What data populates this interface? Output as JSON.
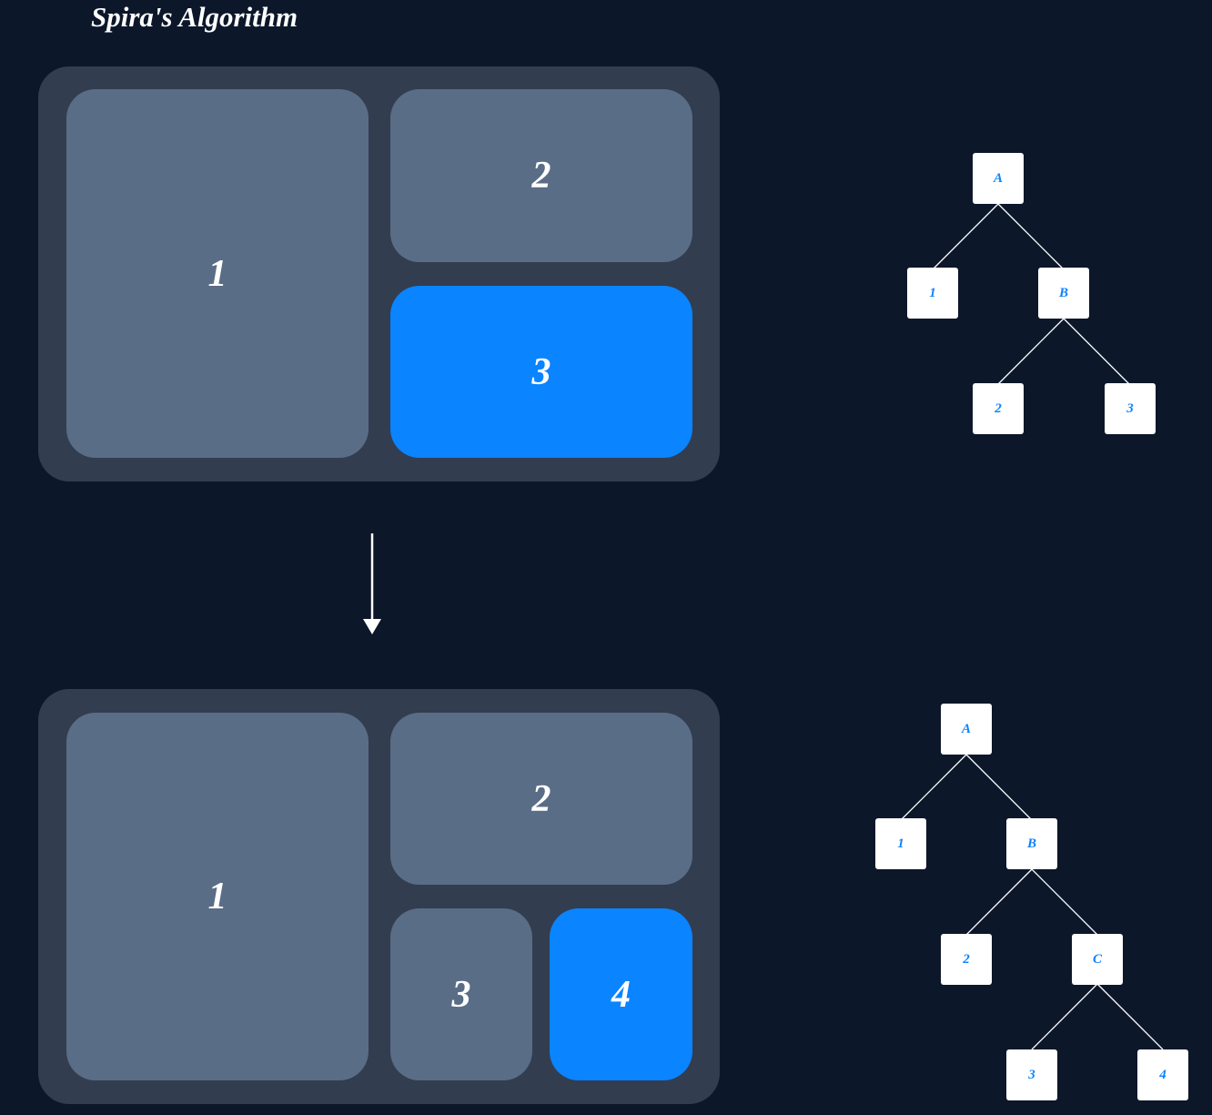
{
  "title": "Spira's Algorithm",
  "colors": {
    "background": "#0c172a",
    "frame": "#323d50",
    "tile": "#5a6d86",
    "active_tile": "#0a84ff",
    "node_fill": "#ffffff",
    "node_text": "#0a84ff",
    "edge": "#ffffff"
  },
  "before": {
    "tiles": [
      {
        "label": "1"
      },
      {
        "label": "2"
      },
      {
        "label": "3",
        "active": true
      }
    ],
    "tree": {
      "nodes": [
        "A",
        "1",
        "B",
        "2",
        "3"
      ],
      "edges": [
        [
          "A",
          "1"
        ],
        [
          "A",
          "B"
        ],
        [
          "B",
          "2"
        ],
        [
          "B",
          "3"
        ]
      ]
    }
  },
  "after": {
    "tiles": [
      {
        "label": "1"
      },
      {
        "label": "2"
      },
      {
        "label": "3"
      },
      {
        "label": "4",
        "active": true
      }
    ],
    "tree": {
      "nodes": [
        "A",
        "1",
        "B",
        "2",
        "C",
        "3",
        "4"
      ],
      "edges": [
        [
          "A",
          "1"
        ],
        [
          "A",
          "B"
        ],
        [
          "B",
          "2"
        ],
        [
          "B",
          "C"
        ],
        [
          "C",
          "3"
        ],
        [
          "C",
          "4"
        ]
      ]
    }
  },
  "transition": {
    "icon": "arrow-down-icon"
  }
}
